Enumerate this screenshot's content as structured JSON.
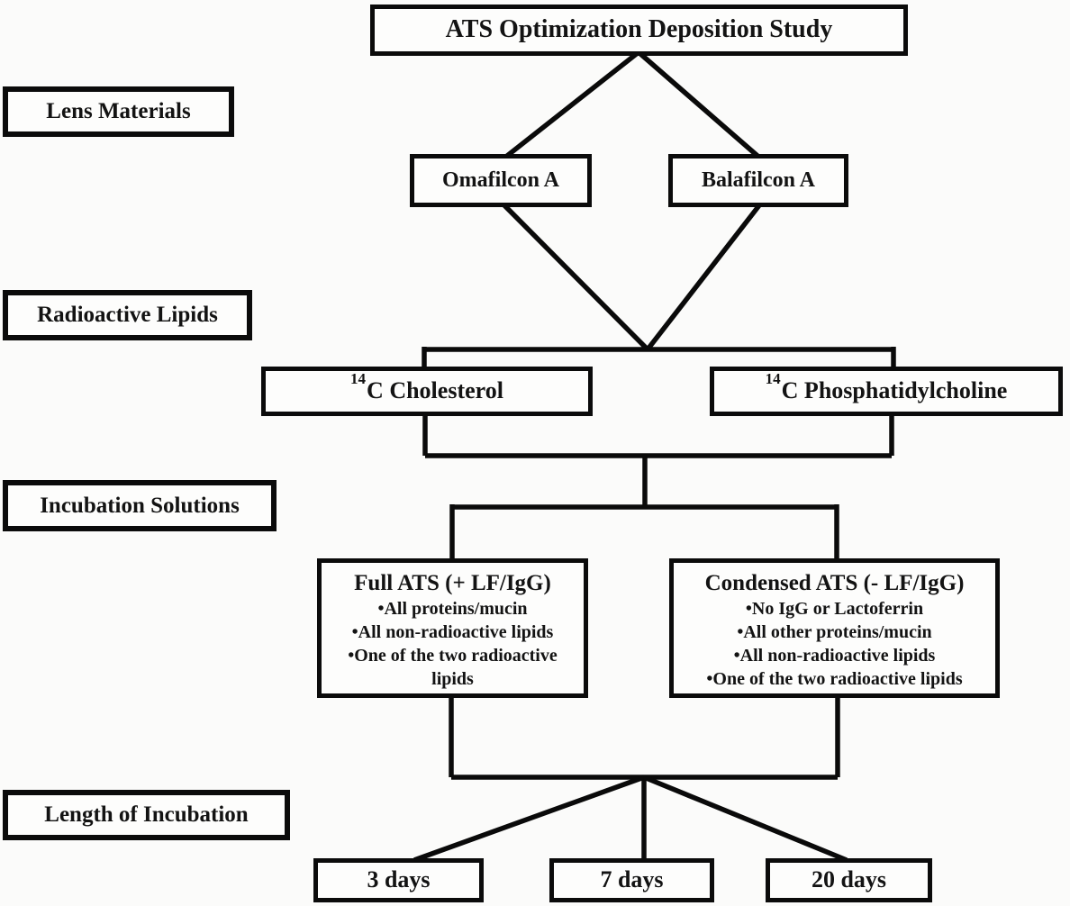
{
  "diagram": {
    "title": "ATS Optimization Deposition Study",
    "row_labels": {
      "lens_materials": "Lens Materials",
      "radioactive_lipids": "Radioactive Lipids",
      "incubation_solutions": "Incubation Solutions",
      "length_of_incubation": "Length of Incubation"
    },
    "lens_materials": {
      "left": "Omafilcon A",
      "right": "Balafilcon A"
    },
    "radioactive_lipids": {
      "left": {
        "isotope_sup": "14",
        "label": "C Cholesterol"
      },
      "right": {
        "isotope_sup": "14",
        "label": "C Phosphatidylcholine"
      }
    },
    "incubation_solutions": {
      "full_ats": {
        "heading": "Full ATS (+ LF/IgG)",
        "bullets": [
          "•All proteins/mucin",
          "•All non-radioactive lipids",
          "•One of the two radioactive lipids"
        ]
      },
      "condensed_ats": {
        "heading": "Condensed ATS (- LF/IgG)",
        "bullets": [
          "•No IgG or Lactoferrin",
          "•All other proteins/mucin",
          "•All non-radioactive lipids",
          "•One of the two radioactive lipids"
        ]
      }
    },
    "incubation_lengths": [
      "3 days",
      "7 days",
      "20 days"
    ],
    "colors": {
      "line": "#0a0a0a",
      "box_border": "#0b0b0b",
      "box_fill": "#fdfdfc",
      "background": "#fbfbfa",
      "text": "#131313"
    }
  }
}
